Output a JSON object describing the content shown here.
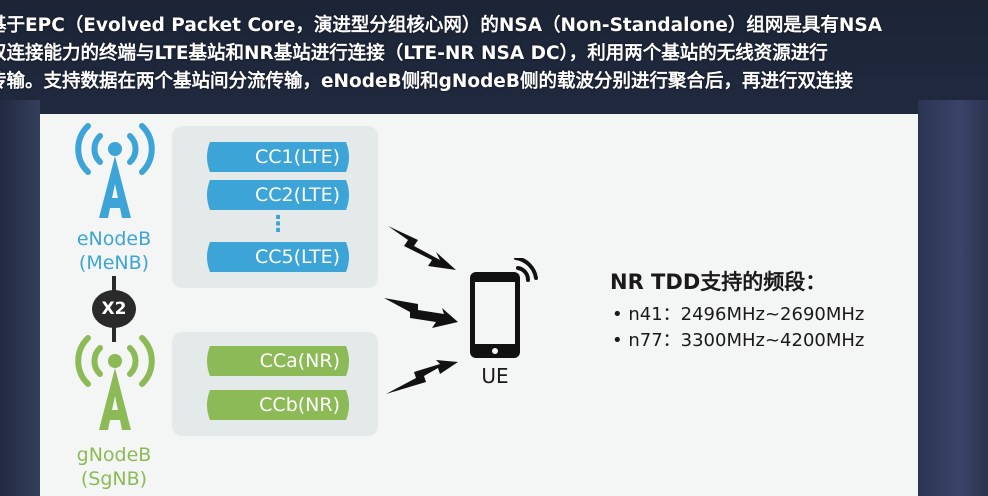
{
  "intro": {
    "line1": "基于EPC（Evolved Packet Core，演进型分组核心网）的NSA（Non-Standalone）组网是具有NSA",
    "line2": "双连接能力的终端与LTE基站和NR基站进行连接（LTE-NR NSA DC），利用两个基站的无线资源进行",
    "line3": "传输。支持数据在两个基站间分流传输，eNodeB侧和gNodeB侧的载波分别进行聚合后，再进行双连接"
  },
  "enodeb": {
    "name": "eNodeB",
    "role": "(MeNB)",
    "color": "#3ca4d6"
  },
  "gnodeb": {
    "name": "gNodeB",
    "role": "(SgNB)",
    "color": "#8cba56"
  },
  "interface": "X2",
  "lte_carriers": [
    "CC1(LTE)",
    "CC2(LTE)",
    "CC5(LTE)"
  ],
  "lte_ellipsis": "⋮",
  "nr_carriers": [
    "CCa(NR)",
    "CCb(NR)"
  ],
  "ue": {
    "label": "UE"
  },
  "freq": {
    "title": "NR TDD支持的频段：",
    "bands": [
      "• n41：2496MHz~2690MHz",
      "• n77：3300MHz~4200MHz"
    ]
  },
  "colors": {
    "blue": "#3ca4d6",
    "green": "#8cba56",
    "dark": "#1a1a1a"
  },
  "icons": [
    "antenna-tower-icon",
    "lightning-bolt-icon",
    "smartphone-icon",
    "signal-wave-icon"
  ]
}
